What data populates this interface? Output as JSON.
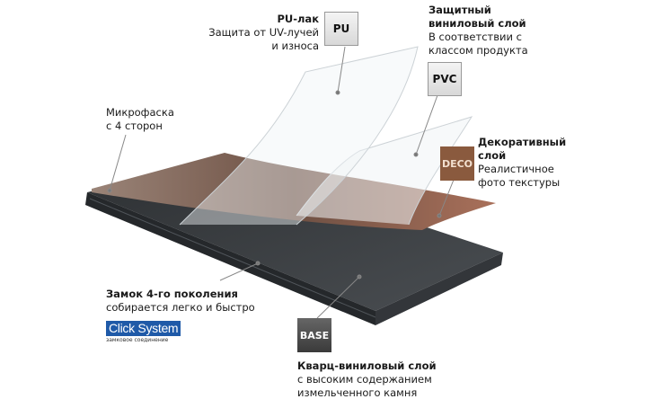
{
  "labels": {
    "pu": {
      "title": "PU-лак",
      "lines": [
        "Защита от UV-лучей",
        "и износа"
      ],
      "badge": "PU"
    },
    "pvc": {
      "title": [
        "Защитный",
        "виниловый слой"
      ],
      "lines": [
        "В соответствии с",
        "классом продукта"
      ],
      "badge": "PVC"
    },
    "deco": {
      "title": [
        "Декоративный",
        "слой"
      ],
      "lines": [
        "Реалистичное",
        "фото текстуры"
      ],
      "badge": "DECO"
    },
    "bevel": {
      "lines": [
        "Микрофаска",
        "с 4 сторон"
      ]
    },
    "lock": {
      "title": "Замок 4-го поколения",
      "lines": [
        "собирается легко и быстро"
      ],
      "logo": "Click System",
      "logo_sub": "замковое соединение"
    },
    "base": {
      "title": "Кварц-виниловый слой",
      "lines": [
        "с высоким содержанием",
        "измельченного камня"
      ],
      "badge": "BASE"
    }
  },
  "colors": {
    "deco": "#8a5a3e",
    "base": "#3a3d40",
    "click": "#1f5aa8"
  }
}
